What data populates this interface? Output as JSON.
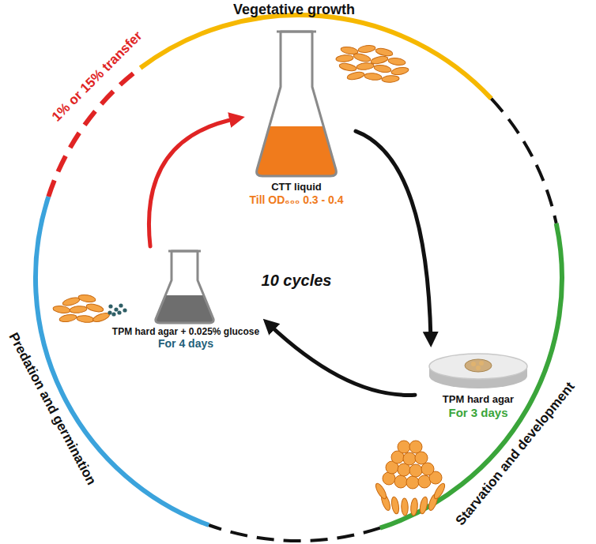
{
  "diagram": {
    "nodes": [
      {
        "text": [
          "CTT liquid",
          "Till OD₆₀₀ 0.3 - 0.4"
        ]
      },
      {
        "text": [
          "TPM hard agar",
          "For 3 days"
        ]
      },
      {
        "text": [
          "TPM hard agar + 0.025% glucose",
          "For 4 days"
        ]
      }
    ],
    "edges": [
      {
        "from": 0,
        "to": 1,
        "arrow": "to"
      },
      {
        "from": 1,
        "to": 2,
        "arrow": "to"
      },
      {
        "from": 2,
        "to": 0,
        "arrow": "to"
      }
    ],
    "labels": [
      "Vegetative growth",
      "Starvation and development",
      "Predation and germination",
      "1% or 15% transfer",
      "10 cycles"
    ]
  }
}
